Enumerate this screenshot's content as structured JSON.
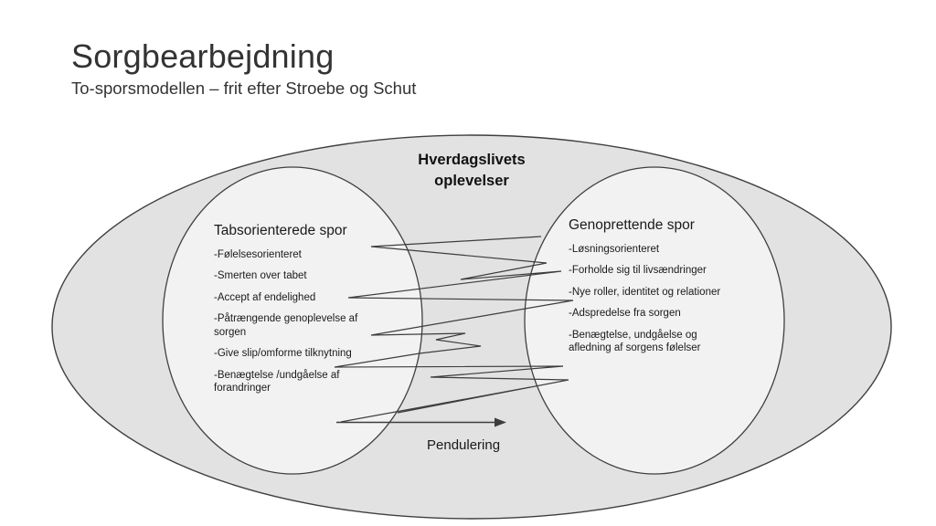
{
  "slide": {
    "title": "Sorgbearbejdning",
    "subtitle": "To-sporsmodellen – frit efter Stroebe og Schut"
  },
  "diagram": {
    "everyday_label": "Hverdagslivets oplevelser",
    "loss_track": {
      "heading": "Tabsorienterede spor",
      "items": [
        "-Følelsesorienteret",
        "-Smerten over tabet",
        "-Accept af endelighed",
        "-Påtrængende genoplevelse af sorgen",
        "-Give slip/omforme tilknytning",
        "-Benægtelse /undgåelse af forandringer"
      ]
    },
    "restoration_track": {
      "heading": "Genoprettende spor",
      "items": [
        "-Løsningsorienteret",
        "-Forholde sig til livsændringer",
        "-Nye roller, identitet og relationer",
        "-Adspredelse fra sorgen",
        "-Benægtelse, undgåelse og afledning af sorgens følelser"
      ]
    },
    "pendulation_label": "Pendulering"
  },
  "colors": {
    "background": "#ffffff",
    "outer_ellipse_fill": "#e2e2e2",
    "inner_ellipse_fill": "#f2f2f2",
    "shape_stroke": "#3f3f3f",
    "zigzag_stroke": "#3d3d3d",
    "text": "#1f1f1f"
  }
}
